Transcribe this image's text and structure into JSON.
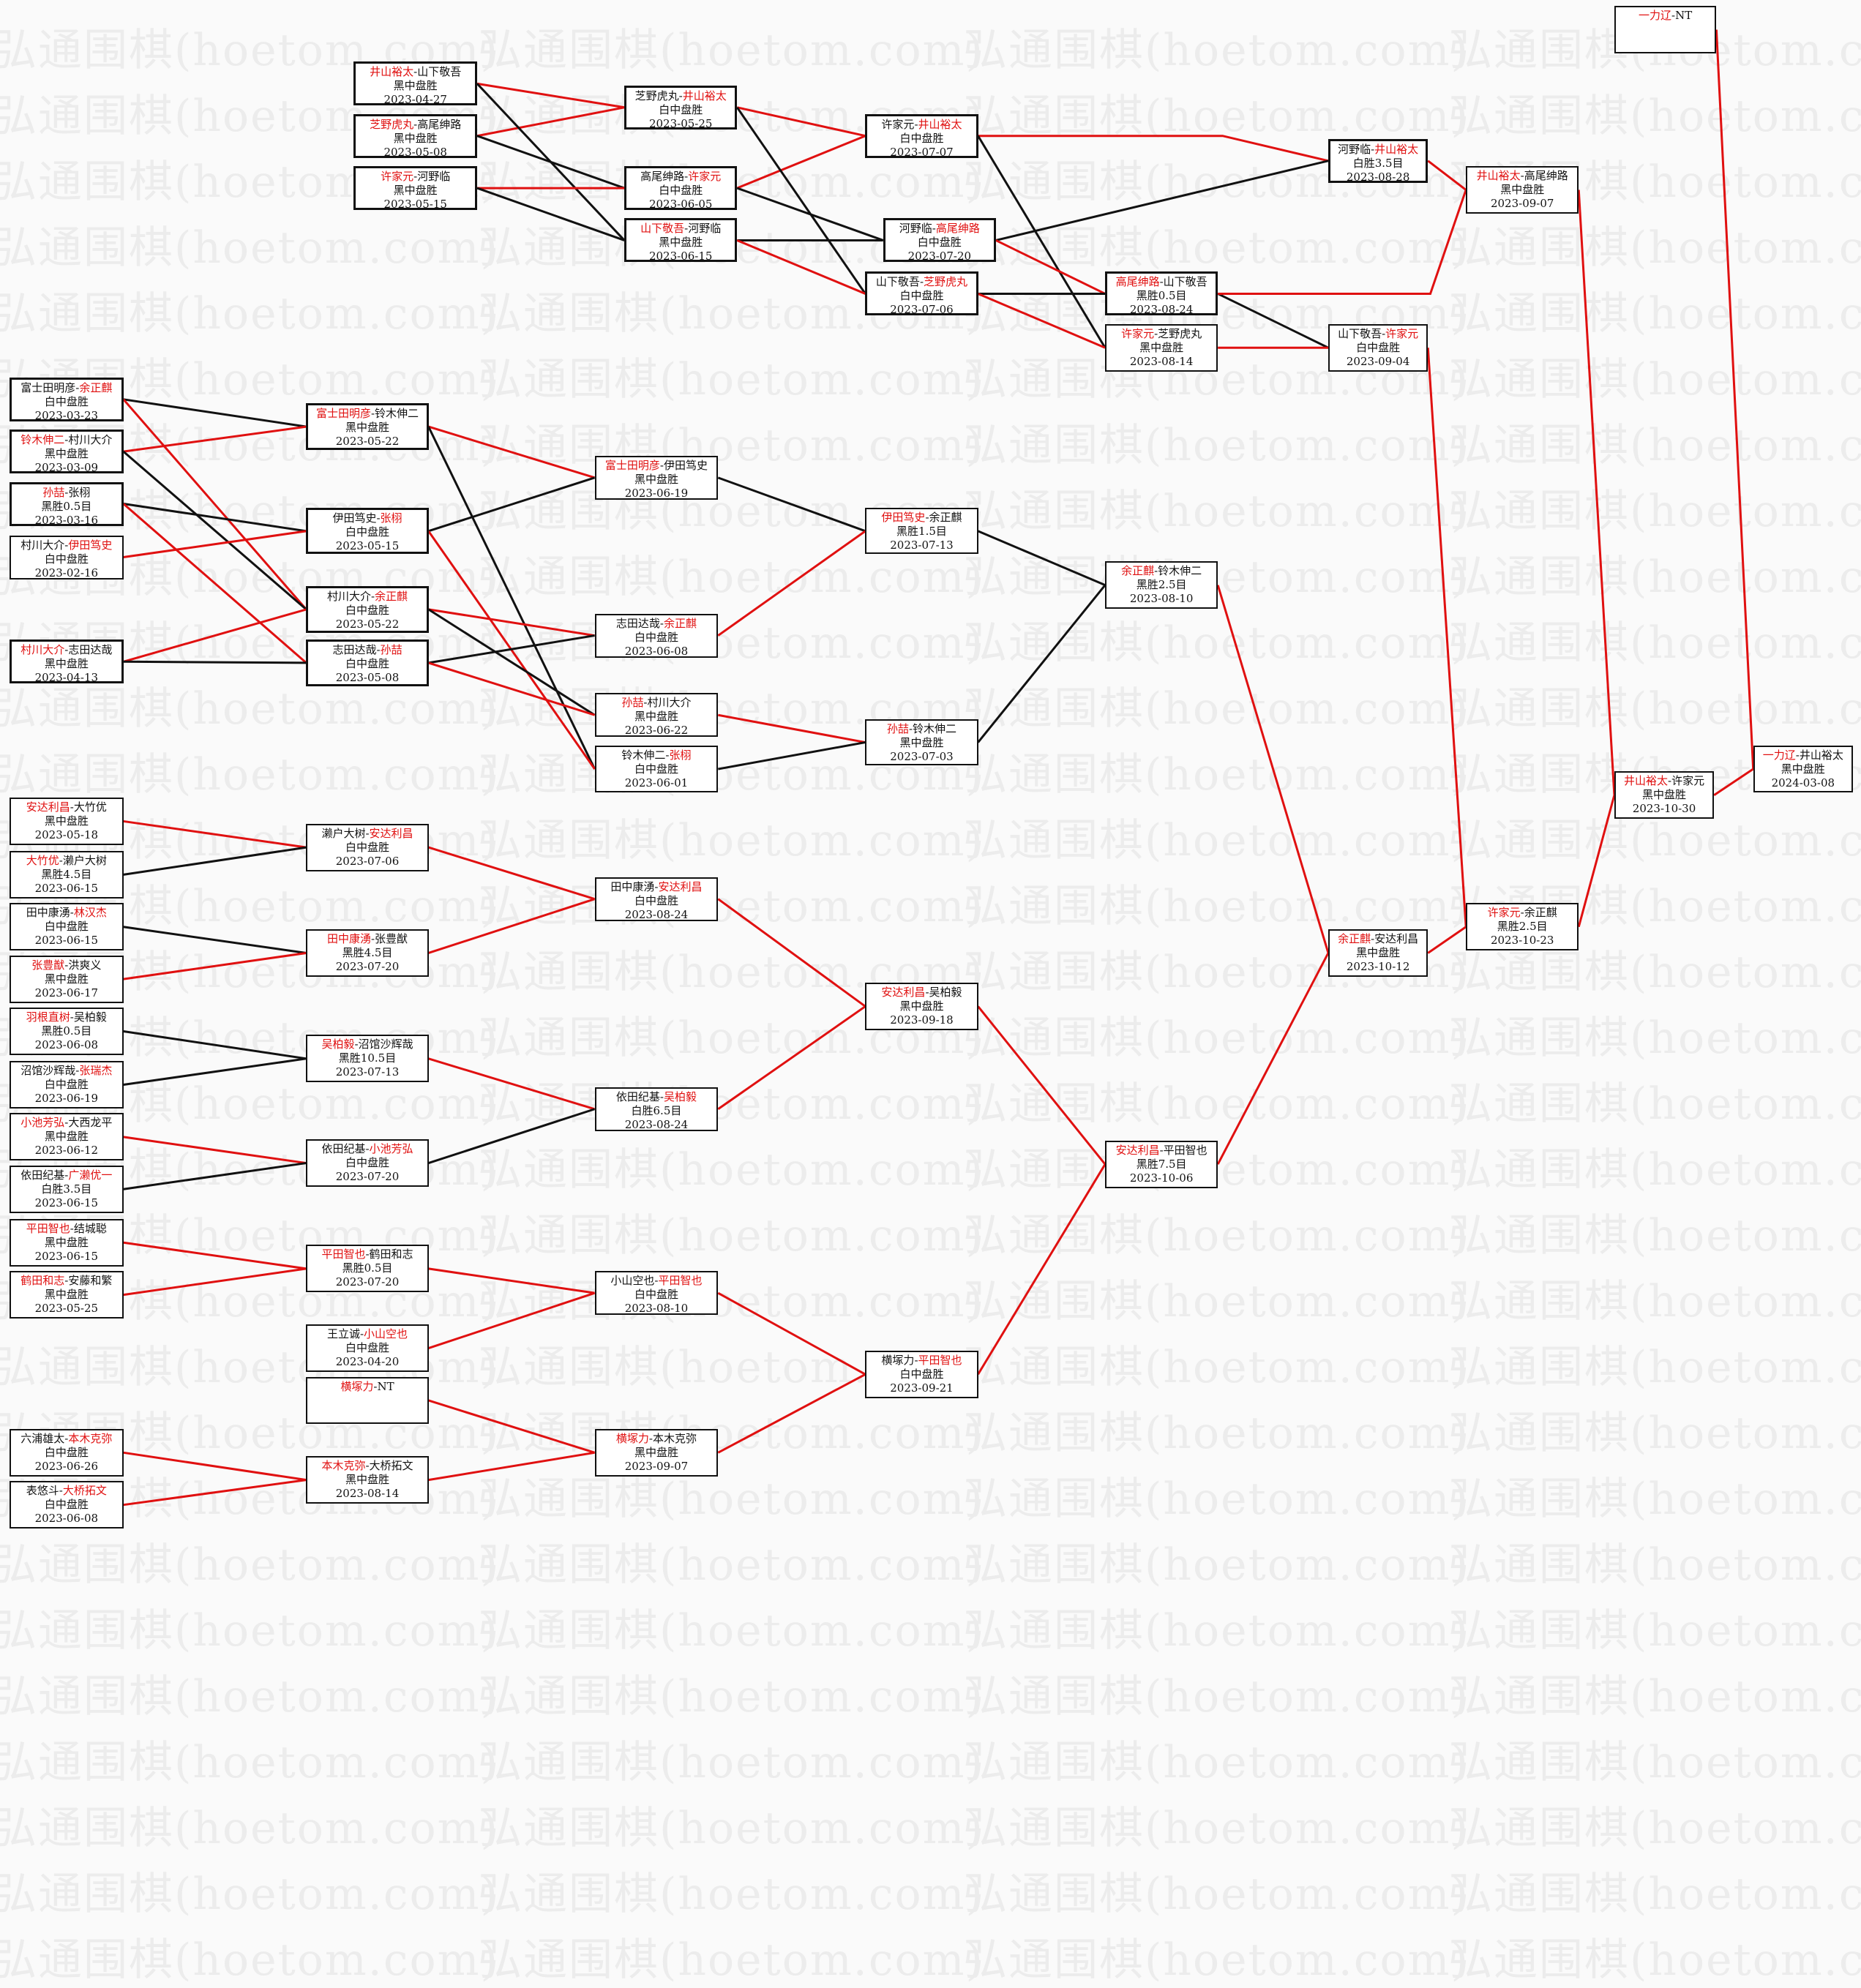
{
  "watermark": "弘通围棋(hoetom.com)",
  "colors": {
    "winner": "#e01010",
    "loser_line": "#111111",
    "winner_line": "#e01010",
    "border": "#111111",
    "background": "#fafafa"
  },
  "matches": [
    {
      "id": "a1",
      "black": "井山裕太",
      "white": "山下敬吾",
      "winner": "black",
      "result": "黑中盘胜",
      "date": "2023-04-27"
    },
    {
      "id": "a2",
      "black": "芝野虎丸",
      "white": "高尾绅路",
      "winner": "black",
      "result": "黑中盘胜",
      "date": "2023-05-08"
    },
    {
      "id": "a3",
      "black": "许家元",
      "white": "河野临",
      "winner": "black",
      "result": "黑中盘胜",
      "date": "2023-05-15"
    },
    {
      "id": "a4",
      "black": "芝野虎丸",
      "white": "井山裕太",
      "winner": "white",
      "result": "白中盘胜",
      "date": "2023-05-25"
    },
    {
      "id": "a5",
      "black": "高尾绅路",
      "white": "许家元",
      "winner": "white",
      "result": "白中盘胜",
      "date": "2023-06-05"
    },
    {
      "id": "a6",
      "black": "山下敬吾",
      "white": "河野临",
      "winner": "black",
      "result": "黑中盘胜",
      "date": "2023-06-15"
    },
    {
      "id": "a7",
      "black": "许家元",
      "white": "井山裕太",
      "winner": "white",
      "result": "白中盘胜",
      "date": "2023-07-07"
    },
    {
      "id": "a8",
      "black": "河野临",
      "white": "高尾绅路",
      "winner": "white",
      "result": "白中盘胜",
      "date": "2023-07-20"
    },
    {
      "id": "a9",
      "black": "山下敬吾",
      "white": "芝野虎丸",
      "winner": "white",
      "result": "白中盘胜",
      "date": "2023-07-06"
    },
    {
      "id": "a10",
      "black": "高尾绅路",
      "white": "山下敬吾",
      "winner": "black",
      "result": "黑胜0.5目",
      "date": "2023-08-24"
    },
    {
      "id": "a11",
      "black": "许家元",
      "white": "芝野虎丸",
      "winner": "black",
      "result": "黑中盘胜",
      "date": "2023-08-14"
    },
    {
      "id": "a12",
      "black": "河野临",
      "white": "井山裕太",
      "winner": "white",
      "result": "白胜3.5目",
      "date": "2023-08-28"
    },
    {
      "id": "a13",
      "black": "山下敬吾",
      "white": "许家元",
      "winner": "white",
      "result": "白中盘胜",
      "date": "2023-09-04"
    },
    {
      "id": "a14",
      "black": "井山裕太",
      "white": "高尾绅路",
      "winner": "black",
      "result": "黑中盘胜",
      "date": "2023-09-07"
    },
    {
      "id": "b1",
      "black": "富士田明彦",
      "white": "余正麒",
      "winner": "white",
      "result": "白中盘胜",
      "date": "2023-03-23"
    },
    {
      "id": "b2",
      "black": "铃木伸二",
      "white": "村川大介",
      "winner": "black",
      "result": "黑中盘胜",
      "date": "2023-03-09"
    },
    {
      "id": "b3",
      "black": "孙喆",
      "white": "张栩",
      "winner": "black",
      "result": "黑胜0.5目",
      "date": "2023-03-16"
    },
    {
      "id": "b4",
      "black": "村川大介",
      "white": "伊田笃史",
      "winner": "white",
      "result": "白中盘胜",
      "date": "2023-02-16"
    },
    {
      "id": "b5",
      "black": "村川大介",
      "white": "志田达哉",
      "winner": "black",
      "result": "黑中盘胜",
      "date": "2023-04-13"
    },
    {
      "id": "b6",
      "black": "富士田明彦",
      "white": "铃木伸二",
      "winner": "black",
      "result": "黑中盘胜",
      "date": "2023-05-22"
    },
    {
      "id": "b7",
      "black": "伊田笃史",
      "white": "张栩",
      "winner": "white",
      "result": "白中盘胜",
      "date": "2023-05-15"
    },
    {
      "id": "b8",
      "black": "村川大介",
      "white": "余正麒",
      "winner": "white",
      "result": "白中盘胜",
      "date": "2023-05-22"
    },
    {
      "id": "b9",
      "black": "志田达哉",
      "white": "孙喆",
      "winner": "white",
      "result": "白中盘胜",
      "date": "2023-05-08"
    },
    {
      "id": "b10",
      "black": "富士田明彦",
      "white": "伊田笃史",
      "winner": "black",
      "result": "黑中盘胜",
      "date": "2023-06-19"
    },
    {
      "id": "b11",
      "black": "志田达哉",
      "white": "余正麒",
      "winner": "white",
      "result": "白中盘胜",
      "date": "2023-06-08"
    },
    {
      "id": "b12",
      "black": "孙喆",
      "white": "村川大介",
      "winner": "black",
      "result": "黑中盘胜",
      "date": "2023-06-22"
    },
    {
      "id": "b13",
      "black": "铃木伸二",
      "white": "张栩",
      "winner": "white",
      "result": "白中盘胜",
      "date": "2023-06-01"
    },
    {
      "id": "b14",
      "black": "伊田笃史",
      "white": "余正麒",
      "winner": "black",
      "result": "黑胜1.5目",
      "date": "2023-07-13"
    },
    {
      "id": "b15",
      "black": "孙喆",
      "white": "铃木伸二",
      "winner": "black",
      "result": "黑中盘胜",
      "date": "2023-07-03"
    },
    {
      "id": "b16",
      "black": "余正麒",
      "white": "铃木伸二",
      "winner": "black",
      "result": "黑胜2.5目",
      "date": "2023-08-10"
    },
    {
      "id": "c1",
      "black": "安达利昌",
      "white": "大竹优",
      "winner": "black",
      "result": "黑中盘胜",
      "date": "2023-05-18"
    },
    {
      "id": "c2",
      "black": "大竹优",
      "white": "濑户大树",
      "winner": "black",
      "result": "黑胜4.5目",
      "date": "2023-06-15"
    },
    {
      "id": "c3",
      "black": "田中康湧",
      "white": "林汉杰",
      "winner": "white",
      "result": "白中盘胜",
      "date": "2023-06-15"
    },
    {
      "id": "c4",
      "black": "张豊猷",
      "white": "洪爽义",
      "winner": "black",
      "result": "黑中盘胜",
      "date": "2023-06-17"
    },
    {
      "id": "c5",
      "black": "羽根直树",
      "white": "吴柏毅",
      "winner": "black",
      "result": "黑胜0.5目",
      "date": "2023-06-08"
    },
    {
      "id": "c6",
      "black": "沼馆沙辉哉",
      "white": "张瑞杰",
      "winner": "white",
      "result": "白中盘胜",
      "date": "2023-06-19"
    },
    {
      "id": "c7",
      "black": "小池芳弘",
      "white": "大西龙平",
      "winner": "black",
      "result": "黑中盘胜",
      "date": "2023-06-12"
    },
    {
      "id": "c8",
      "black": "依田纪基",
      "white": "广濑优一",
      "winner": "white",
      "result": "白胜3.5目",
      "date": "2023-06-15"
    },
    {
      "id": "c9",
      "black": "平田智也",
      "white": "结城聪",
      "winner": "black",
      "result": "黑中盘胜",
      "date": "2023-06-15"
    },
    {
      "id": "c10",
      "black": "鹤田和志",
      "white": "安藤和繁",
      "winner": "black",
      "result": "黑中盘胜",
      "date": "2023-05-25"
    },
    {
      "id": "c11",
      "black": "六浦雄太",
      "white": "本木克弥",
      "winner": "white",
      "result": "白中盘胜",
      "date": "2023-06-26"
    },
    {
      "id": "c12",
      "black": "表悠斗",
      "white": "大桥拓文",
      "winner": "white",
      "result": "白中盘胜",
      "date": "2023-06-08"
    },
    {
      "id": "c13",
      "black": "濑户大树",
      "white": "安达利昌",
      "winner": "white",
      "result": "白中盘胜",
      "date": "2023-07-06"
    },
    {
      "id": "c14",
      "black": "田中康湧",
      "white": "张豊猷",
      "winner": "black",
      "result": "黑胜4.5目",
      "date": "2023-07-20"
    },
    {
      "id": "c15",
      "black": "吴柏毅",
      "white": "沼馆沙辉哉",
      "winner": "black",
      "result": "黑胜10.5目",
      "date": "2023-07-13"
    },
    {
      "id": "c16",
      "black": "依田纪基",
      "white": "小池芳弘",
      "winner": "white",
      "result": "白中盘胜",
      "date": "2023-07-20"
    },
    {
      "id": "c17",
      "black": "平田智也",
      "white": "鹤田和志",
      "winner": "black",
      "result": "黑胜0.5目",
      "date": "2023-07-20"
    },
    {
      "id": "c18",
      "black": "王立诚",
      "white": "小山空也",
      "winner": "white",
      "result": "白中盘胜",
      "date": "2023-04-20"
    },
    {
      "id": "c19",
      "black": "横塚力",
      "white": "NT",
      "winner": "black",
      "result": "",
      "date": ""
    },
    {
      "id": "c20",
      "black": "本木克弥",
      "white": "大桥拓文",
      "winner": "black",
      "result": "黑中盘胜",
      "date": "2023-08-14"
    },
    {
      "id": "c21",
      "black": "田中康湧",
      "white": "安达利昌",
      "winner": "white",
      "result": "白中盘胜",
      "date": "2023-08-24"
    },
    {
      "id": "c22",
      "black": "依田纪基",
      "white": "吴柏毅",
      "winner": "white",
      "result": "白胜6.5目",
      "date": "2023-08-24"
    },
    {
      "id": "c23",
      "black": "小山空也",
      "white": "平田智也",
      "winner": "white",
      "result": "白中盘胜",
      "date": "2023-08-10"
    },
    {
      "id": "c24",
      "black": "横塚力",
      "white": "本木克弥",
      "winner": "black",
      "result": "黑中盘胜",
      "date": "2023-09-07"
    },
    {
      "id": "c25",
      "black": "安达利昌",
      "white": "吴柏毅",
      "winner": "black",
      "result": "黑中盘胜",
      "date": "2023-09-18"
    },
    {
      "id": "c26",
      "black": "横塚力",
      "white": "平田智也",
      "winner": "white",
      "result": "白中盘胜",
      "date": "2023-09-21"
    },
    {
      "id": "c27",
      "black": "安达利昌",
      "white": "平田智也",
      "winner": "black",
      "result": "黑胜7.5目",
      "date": "2023-10-06"
    },
    {
      "id": "d1",
      "black": "余正麒",
      "white": "安达利昌",
      "winner": "black",
      "result": "黑中盘胜",
      "date": "2023-10-12"
    },
    {
      "id": "d2",
      "black": "许家元",
      "white": "余正麒",
      "winner": "black",
      "result": "黑胜2.5目",
      "date": "2023-10-23"
    },
    {
      "id": "d3",
      "black": "井山裕太",
      "white": "许家元",
      "winner": "black",
      "result": "黑中盘胜",
      "date": "2023-10-30"
    },
    {
      "id": "d4",
      "black": "一力辽",
      "white": "NT",
      "winner": "black",
      "result": "",
      "date": ""
    },
    {
      "id": "d5",
      "black": "一力辽",
      "white": "井山裕太",
      "winner": "black",
      "result": "黑中盘胜",
      "date": "2024-03-08"
    }
  ]
}
